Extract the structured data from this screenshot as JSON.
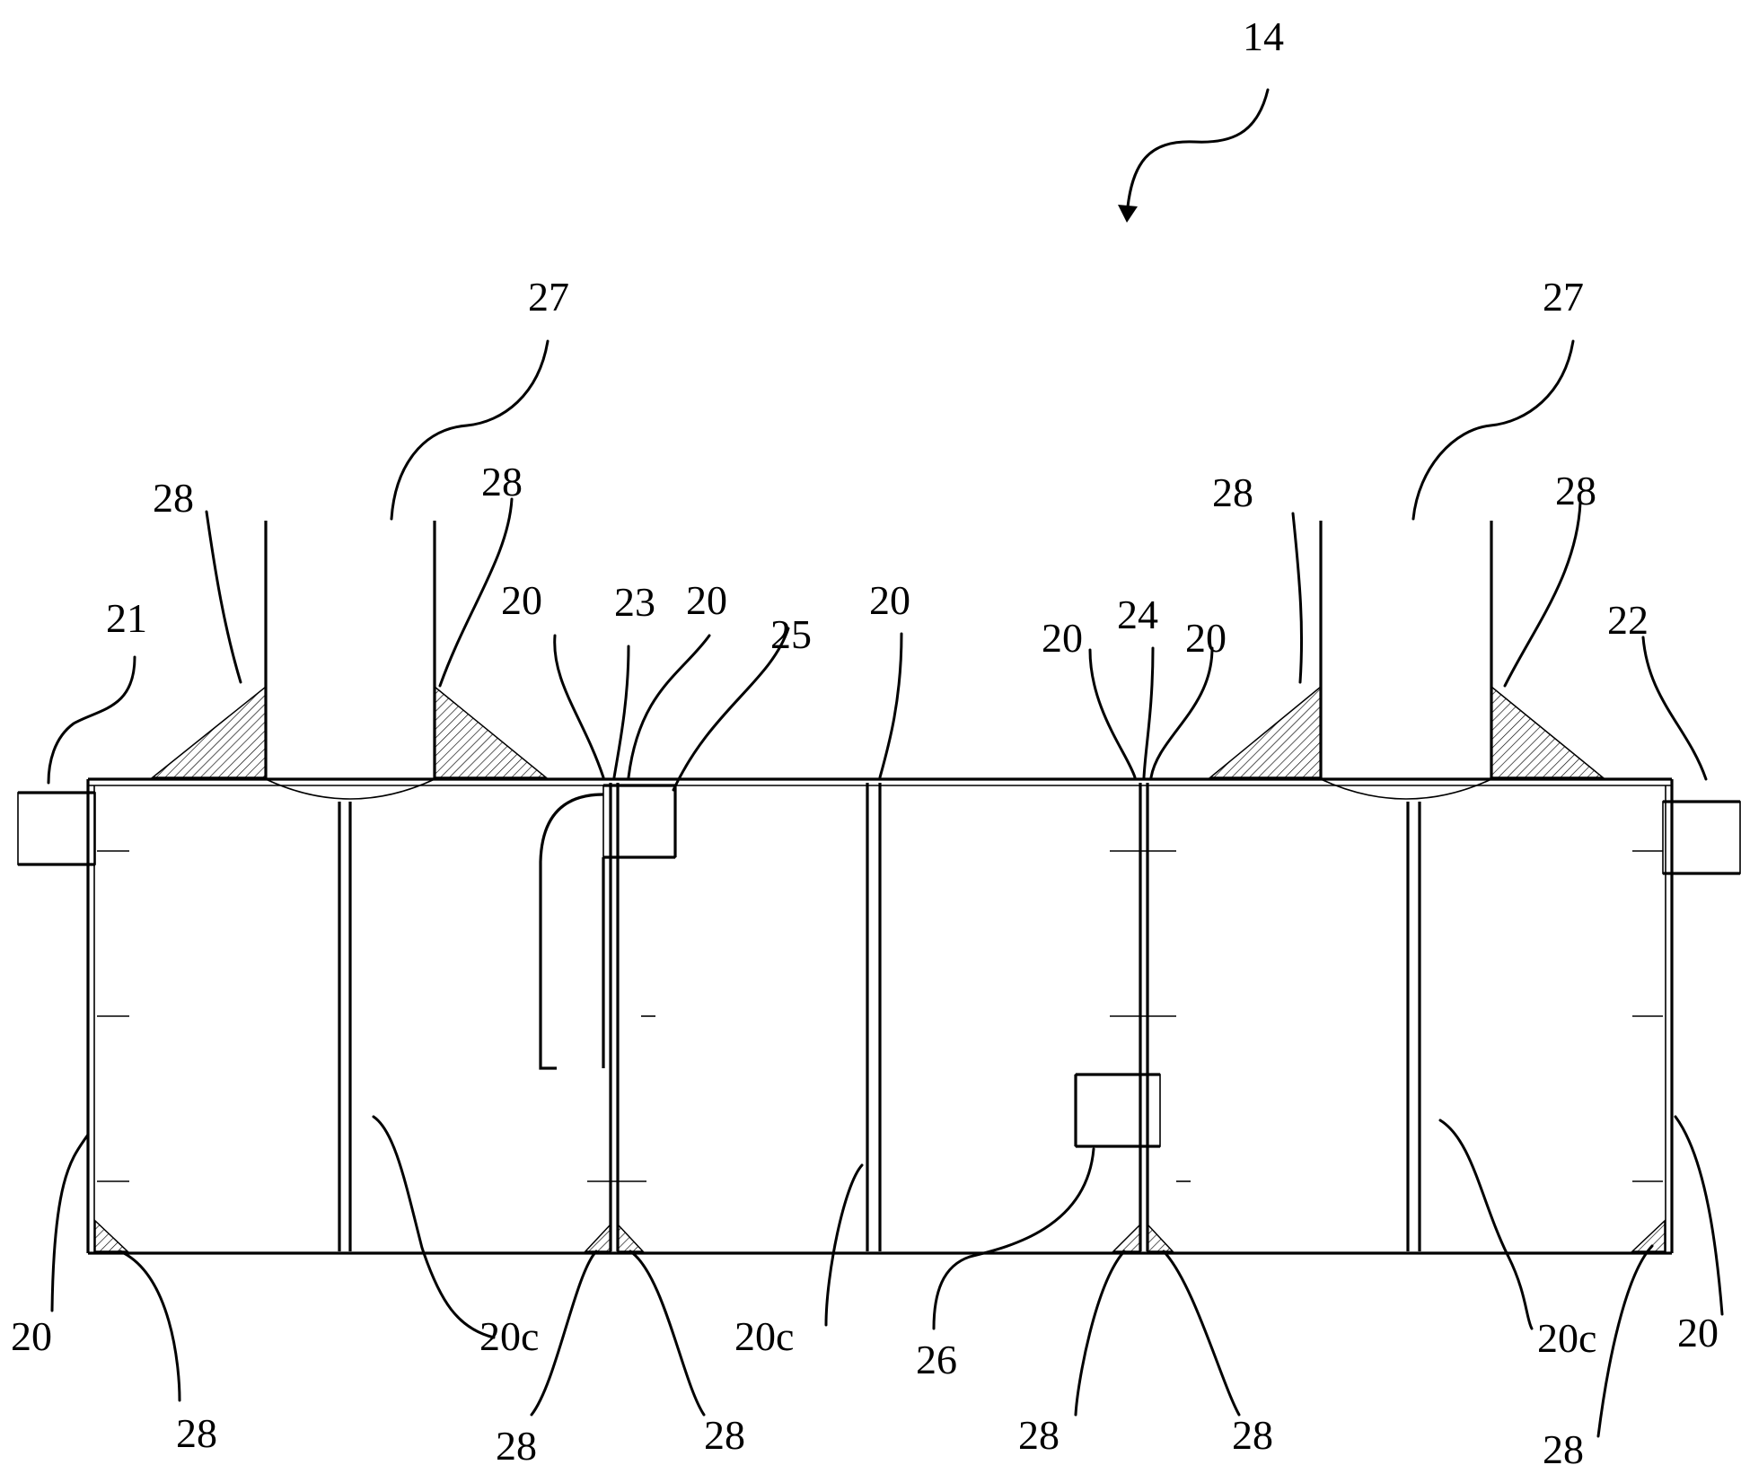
{
  "figure": {
    "ref": "14",
    "labels": {
      "inlet": "21",
      "outlet": "22",
      "wall": "20",
      "wall_c": "20c",
      "opening_23": "23",
      "opening_24": "24",
      "pipe_25": "25",
      "pipe_26": "26",
      "riser": "27",
      "weld": "28"
    }
  }
}
